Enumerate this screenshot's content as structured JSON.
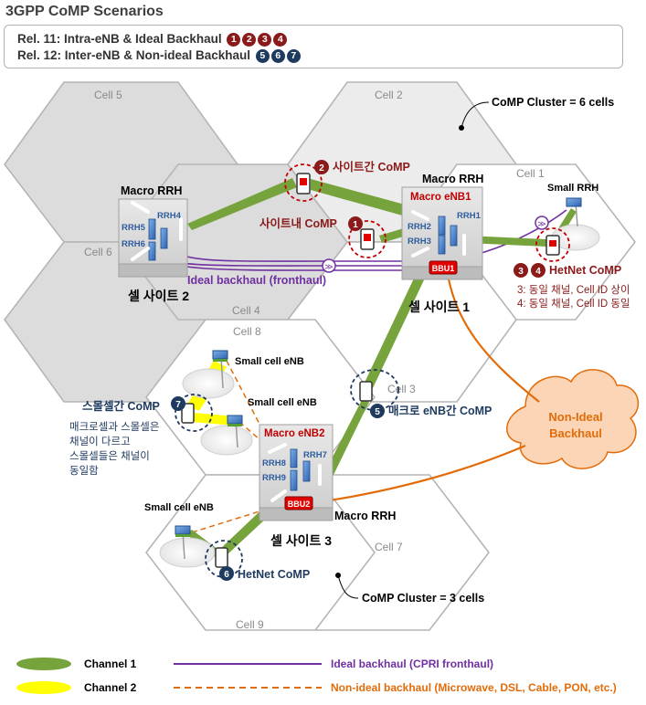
{
  "title": "3GPP CoMP Scenarios",
  "releases": [
    {
      "label": "Rel. 11: Intra-eNB & Ideal Backhaul",
      "badges": [
        "1",
        "2",
        "3",
        "4"
      ],
      "badge_color": "#8b1a1a"
    },
    {
      "label": "Rel. 12: Inter-eNB & Non-ideal Backhaul",
      "badges": [
        "5",
        "6",
        "7"
      ],
      "badge_color": "#1f3a5f"
    }
  ],
  "cells": {
    "cell1": "Cell 1",
    "cell2": "Cell 2",
    "cell3": "Cell 3",
    "cell4": "Cell 4",
    "cell5": "Cell 5",
    "cell6": "Cell 6",
    "cell7": "Cell 7",
    "cell8": "Cell 8",
    "cell9": "Cell 9"
  },
  "clusters": {
    "six": "CoMP Cluster = 6 cells",
    "three": "CoMP Cluster = 3 cells"
  },
  "sites": {
    "site1": {
      "label": "셀 사이트 1",
      "macro_rrh": "Macro RRH",
      "enb": "Macro eNB1",
      "bbu": "BBU1",
      "rrh": [
        "RRH1",
        "RRH2",
        "RRH3"
      ]
    },
    "site2": {
      "label": "셀 사이트 2",
      "macro_rrh": "Macro RRH",
      "rrh": [
        "RRH4",
        "RRH5",
        "RRH6"
      ]
    },
    "site3": {
      "label": "셀 사이트 3",
      "macro_rrh": "Macro RRH",
      "enb": "Macro eNB2",
      "bbu": "BBU2",
      "rrh": [
        "RRH7",
        "RRH8",
        "RRH9"
      ]
    }
  },
  "small_rrh": "Small RRH",
  "small_cell_enb": "Small cell eNB",
  "scenarios": {
    "s1": {
      "num": "1",
      "label": "사이트내 CoMP"
    },
    "s2": {
      "num": "2",
      "label": "사이트간 CoMP"
    },
    "s34": {
      "nums": [
        "3",
        "4"
      ],
      "label": "HetNet CoMP",
      "notes": [
        "3: 동일 채널, Cell ID 상이",
        "4: 동일 채널, Cell ID 동일"
      ]
    },
    "s5": {
      "num": "5",
      "label": "매크로 eNB간 CoMP"
    },
    "s6": {
      "num": "6",
      "label": "HetNet CoMP"
    },
    "s7": {
      "num": "7",
      "label": "스몰셀간 CoMP",
      "notes": [
        "매크로셀과 스몰셀은",
        "채널이 다르고",
        "스몰셀들은 채널이",
        "동일함"
      ]
    }
  },
  "ideal_backhaul_label": "Ideal backhaul (fronthaul)",
  "non_ideal_cloud": [
    "Non-Ideal",
    "Backhaul"
  ],
  "legend": {
    "channel1": "Channel 1",
    "channel2": "Channel 2",
    "ideal": "Ideal backhaul (CPRI fronthaul)",
    "nonideal": "Non-ideal backhaul (Microwave, DSL, Cable, PON, etc.)"
  },
  "colors": {
    "channel1": "#76a33b",
    "channel2": "#ffff00",
    "ideal": "#7030a0",
    "nonideal": "#e36c0a",
    "scenario_red": "#8b1a1a",
    "scenario_blue": "#1f3a5f",
    "cloud": "#fbd5b5",
    "rrh_text": "#2e5c9e"
  }
}
